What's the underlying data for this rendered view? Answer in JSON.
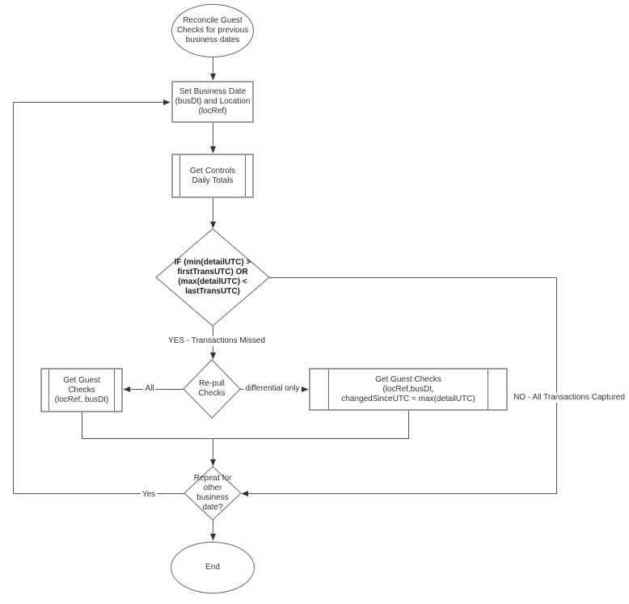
{
  "diagram": {
    "nodes": {
      "start": {
        "type": "terminator",
        "label": "Reconcile Guest\nChecks for previous\nbusiness dates"
      },
      "set_business_date": {
        "type": "process",
        "label": "Set Business Date\n(busDt) and Location\n(locRef)"
      },
      "get_controls": {
        "type": "predefined-process",
        "label": "Get Controls\nDaily Totals"
      },
      "if_check": {
        "type": "decision",
        "label": "IF (min(detailUTC) >\nfirstTransUTC) OR\n(max(detailUTC) <\nlastTransUTC)"
      },
      "repull": {
        "type": "decision",
        "label": "Re-pull\nChecks"
      },
      "get_guest_checks_all": {
        "type": "predefined-process",
        "label": "Get Guest\nChecks\n(locRef, busDt)"
      },
      "get_guest_checks_diff": {
        "type": "predefined-process",
        "label": "Get Guest Checks\n(locRef,busDt,\nchangedSinceUTC = max(detailUTC)"
      },
      "repeat": {
        "type": "decision",
        "label": "Repeat for\nother\nbusiness\ndate?"
      },
      "end": {
        "type": "terminator",
        "label": "End"
      }
    },
    "edge_labels": {
      "yes_missed": "YES - Transactions Missed",
      "all": "All",
      "differential": "differential only",
      "no_captured": "NO - All Transactions Captured",
      "yes_repeat": "Yes"
    },
    "colors": {
      "background": "#ffffff",
      "shape_border": "#666666",
      "process_border": "#9e9e9e",
      "connector": "#595959",
      "arrowhead": "#333333",
      "text": "#333333"
    }
  }
}
